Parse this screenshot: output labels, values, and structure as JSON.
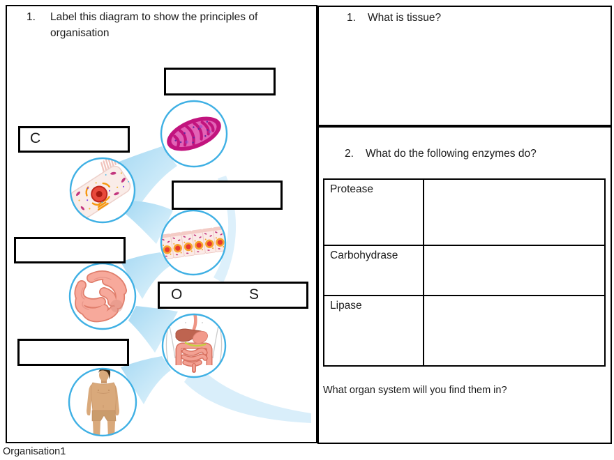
{
  "left_panel": {
    "heading_number": "1.",
    "heading_text": "Label this diagram to show the principles of organisation",
    "labels": {
      "cell_letter": "C",
      "organ_system_letter_o": "O",
      "organ_system_letter_s": "S"
    },
    "diagram": {
      "levels": [
        "organelle-mitochondrion",
        "cell-epithelial",
        "tissue-epithelium",
        "organ-small-intestine",
        "organ-system-digestive",
        "organism-human"
      ]
    }
  },
  "right_top": {
    "number": "1.",
    "question": "What is tissue?"
  },
  "right_bottom": {
    "number": "2.",
    "question": "What do the following enzymes do?",
    "enzymes": [
      "Protease",
      "Carbohydrase",
      "Lipase"
    ],
    "footer_question": "What organ system will you find them in?"
  },
  "footer": {
    "label": "Organisation1"
  },
  "colors": {
    "circle_ring": "#3FB0E4",
    "beam_blue": "#C6E7F8",
    "border": "#000000"
  }
}
